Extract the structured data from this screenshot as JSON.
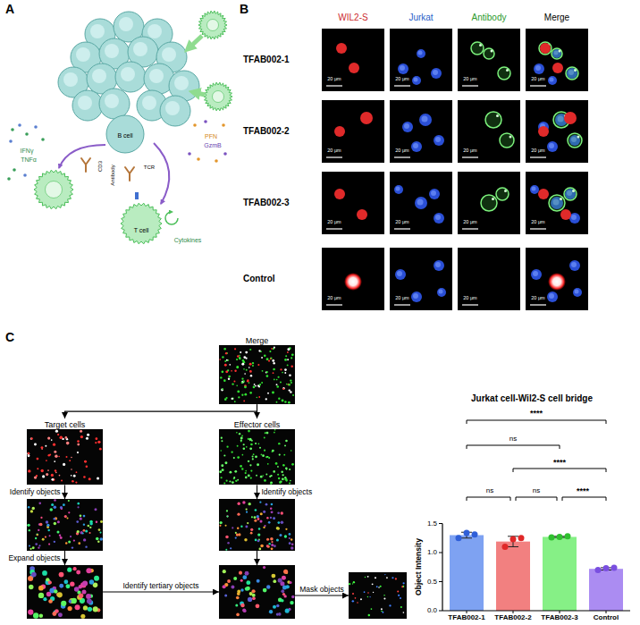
{
  "diagram": {
    "nodes": [
      {
        "text": [
          "Merge"
        ]
      },
      {
        "text": [
          "Target cells"
        ]
      },
      {
        "text": [
          "Effector cells"
        ]
      },
      {
        "text": []
      },
      {
        "text": []
      },
      {
        "text": []
      },
      {
        "text": []
      },
      {
        "text": []
      }
    ],
    "edges": [
      {
        "from": 0,
        "to": 1,
        "arrow": "to"
      },
      {
        "from": 0,
        "to": 2,
        "arrow": "to"
      },
      {
        "from": 1,
        "to": 3,
        "label": "Identify objects",
        "arrow": "to"
      },
      {
        "from": 2,
        "to": 4,
        "label": "Identify objects",
        "arrow": "to"
      },
      {
        "from": 3,
        "to": 5,
        "label": "Expand objects",
        "arrow": "to"
      },
      {
        "from": 5,
        "to": 6,
        "label": "Identify tertiary objects",
        "arrow": "to"
      },
      {
        "from": 4,
        "to": 6,
        "arrow": "to"
      },
      {
        "from": 6,
        "to": 7,
        "label": "Mask objects",
        "arrow": "to"
      }
    ],
    "labels": [
      "A",
      "B",
      "C",
      "IFNγ",
      "TNFα",
      "PFN",
      "GzmB",
      "B cell",
      "CD3",
      "Antibody",
      "TCR",
      "T cell",
      "Cytokines",
      "WIL2-S",
      "Jurkat",
      "Antibody",
      "Merge",
      "TFAB002-1",
      "TFAB002-2",
      "TFAB002-3",
      "Control",
      "20 μm",
      "20 μm",
      "20 μm",
      "20 μm",
      "20 μm",
      "20 μm",
      "20 μm",
      "20 μm",
      "20 μm",
      "20 μm",
      "20 μm",
      "20 μm",
      "20 μm",
      "20 μm",
      "20 μm",
      "20 μm",
      "Jurkat cell-Wil2-S cell bridge",
      "Object Intensity",
      "0.0",
      "0.5",
      "1.0",
      "1.5",
      "TFAB002-1",
      "TFAB002-2",
      "TFAB002-3",
      "Control",
      "****",
      "ns",
      "****",
      "ns",
      "ns",
      "****"
    ]
  }
}
